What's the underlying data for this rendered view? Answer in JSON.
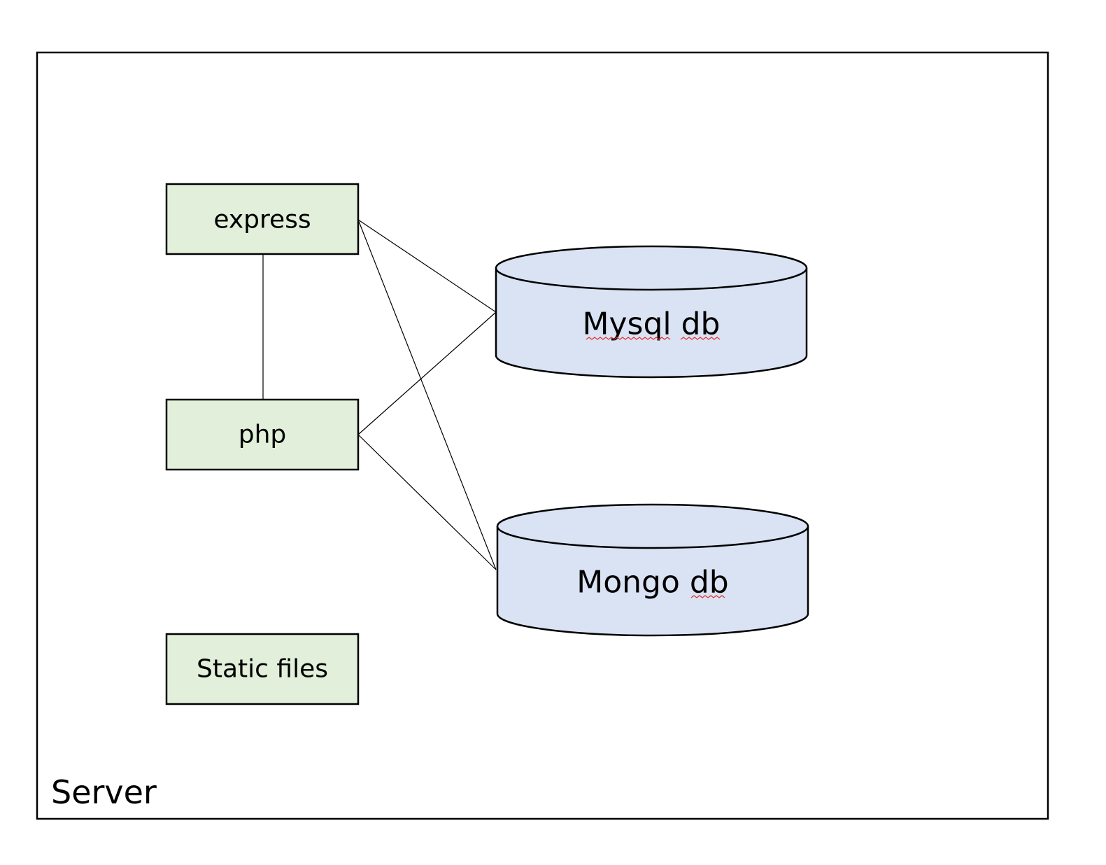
{
  "container": {
    "label": "Server"
  },
  "nodes": {
    "express": {
      "label": "express"
    },
    "php": {
      "label": "php"
    },
    "static_files": {
      "label": "Static files"
    },
    "mysql": {
      "label": "Mysql db"
    },
    "mongo": {
      "label": "Mongo db"
    }
  },
  "connections": [
    {
      "from": "express",
      "to": "php"
    },
    {
      "from": "express",
      "to": "mysql"
    },
    {
      "from": "express",
      "to": "mongo"
    },
    {
      "from": "php",
      "to": "mysql"
    },
    {
      "from": "php",
      "to": "mongo"
    }
  ],
  "colors": {
    "service_fill": "#e2efda",
    "database_fill": "#dae3f3",
    "stroke": "#000000",
    "spellcheck_underline": "#e03030"
  }
}
